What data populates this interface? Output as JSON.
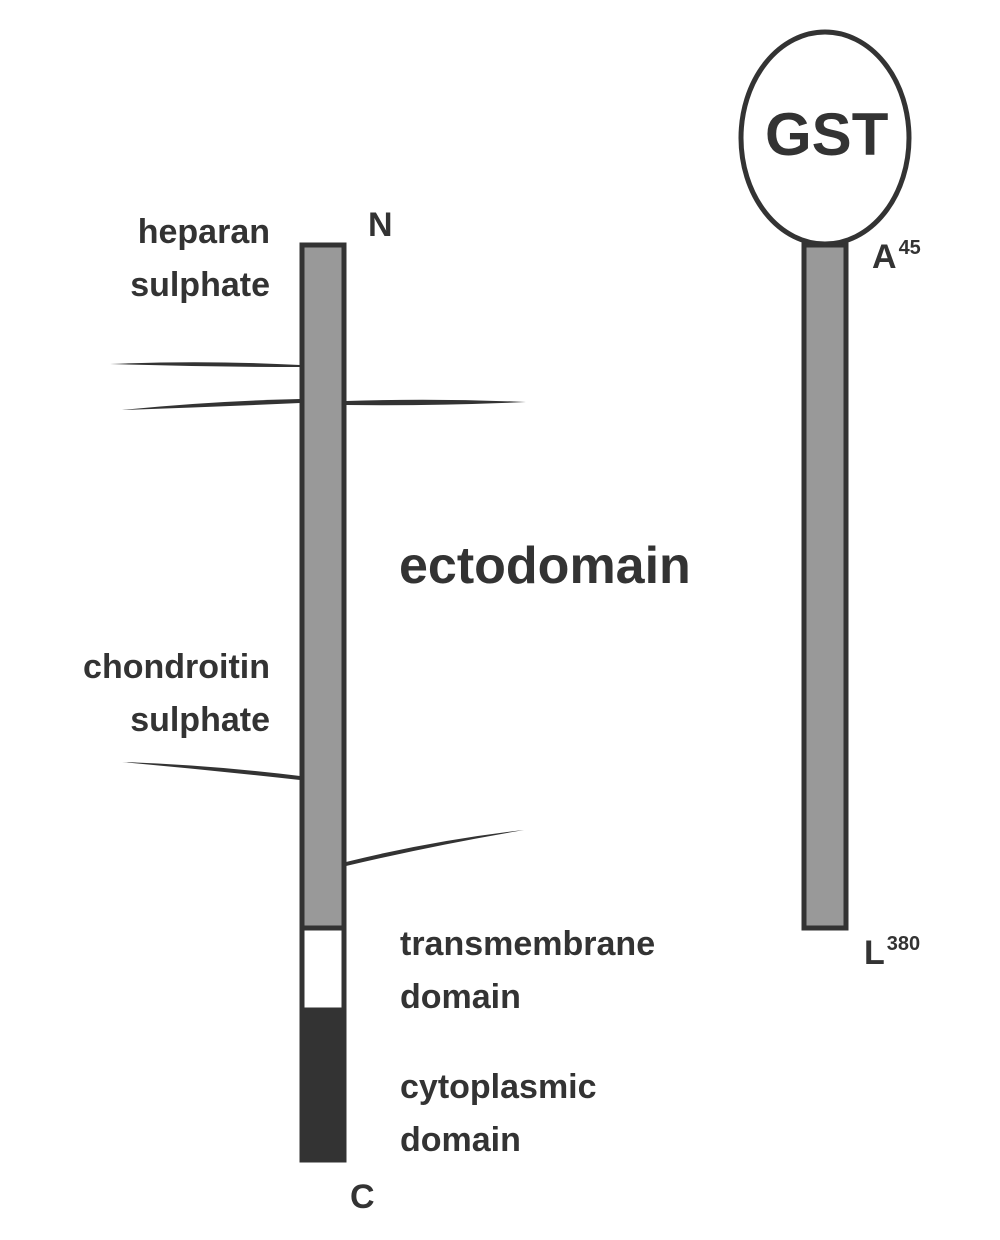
{
  "left_molecule": {
    "n_terminus": "N",
    "c_terminus": "C",
    "heparan_label_line1": "heparan",
    "heparan_label_line2": "sulphate",
    "chondroitin_label_line1": "chondroitin",
    "chondroitin_label_line2": "sulphate",
    "ectodomain_label": "ectodomain",
    "transmembrane_label_line1": "transmembrane",
    "transmembrane_label_line2": "domain",
    "cytoplasmic_label_line1": "cytoplasmic",
    "cytoplasmic_label_line2": "domain"
  },
  "right_molecule": {
    "tag_label": "GST",
    "start_residue": "A",
    "start_position": "45",
    "end_residue": "L",
    "end_position": "380"
  },
  "colors": {
    "ectodomain_fill": "#999999",
    "transmembrane_fill": "#ffffff",
    "cytoplasmic_fill": "#333333",
    "outline": "#333333",
    "text": "#333333"
  }
}
